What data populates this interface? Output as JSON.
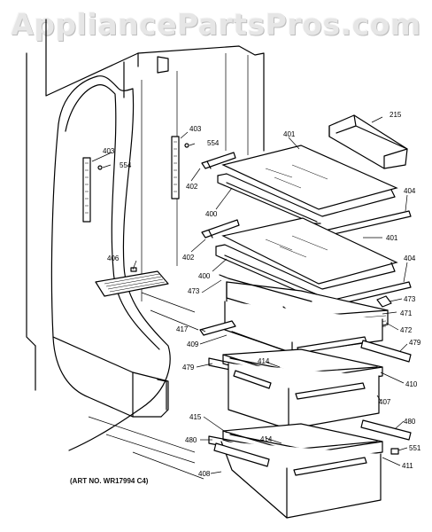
{
  "watermark": "AppliancePartsPros.com",
  "art_number": "(ART NO. WR17994 C4)",
  "part_labels": {
    "l215": "215",
    "l401a": "401",
    "l401b": "401",
    "l403a": "403",
    "l403b": "403",
    "l554a": "554",
    "l554b": "554",
    "l402a": "402",
    "l402b": "402",
    "l404a": "404",
    "l404b": "404",
    "l400a": "400",
    "l400b": "400",
    "l406": "406",
    "l473a": "473",
    "l473b": "473",
    "l471": "471",
    "l417": "417",
    "l472": "472",
    "l409": "409",
    "l479a": "479",
    "l479b": "479",
    "l414a": "414",
    "l414b": "414",
    "l410": "410",
    "l407": "407",
    "l480a": "480",
    "l480b": "480",
    "l415": "415",
    "l551": "551",
    "l411": "411",
    "l408": "408"
  }
}
